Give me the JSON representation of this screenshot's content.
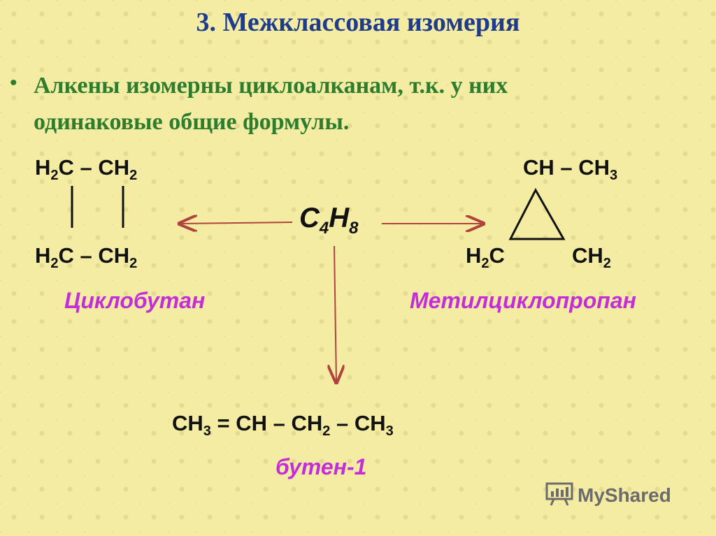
{
  "title": "3. Межклассовая изомерия",
  "bullet": {
    "line1": "Алкены изомерны циклоалканам, т.к. у них",
    "line2": "одинаковые общие формулы."
  },
  "center_formula": {
    "main": "C",
    "sub1": "4",
    "mid": "H",
    "sub2": "8"
  },
  "cyclobutan": {
    "top": {
      "a": "H",
      "a_sub": "2",
      "b": "C – CH",
      "b_sub": "2"
    },
    "bottom": {
      "a": "H",
      "a_sub": "2",
      "b": "C – CH",
      "b_sub": "2"
    },
    "name": "Циклобутан"
  },
  "methylcyclopropan": {
    "top": {
      "a": "CH – CH",
      "a_sub": "3"
    },
    "left": {
      "a": "H",
      "a_sub": "2",
      "b": "C"
    },
    "right": {
      "a": "CH",
      "a_sub": "2"
    },
    "name": "Метилциклопропан"
  },
  "butene": {
    "p1": "CH",
    "s1": "3",
    "p2": " = CH – CH",
    "s2": "2",
    "p3": " – CH",
    "s3": "3",
    "name": "бутен-1"
  },
  "watermark": "MyShared",
  "colors": {
    "title": "#1f3c8c",
    "bullet": "#2e7d2e",
    "name": "#c42ed9",
    "arrow": "#b0433e"
  }
}
